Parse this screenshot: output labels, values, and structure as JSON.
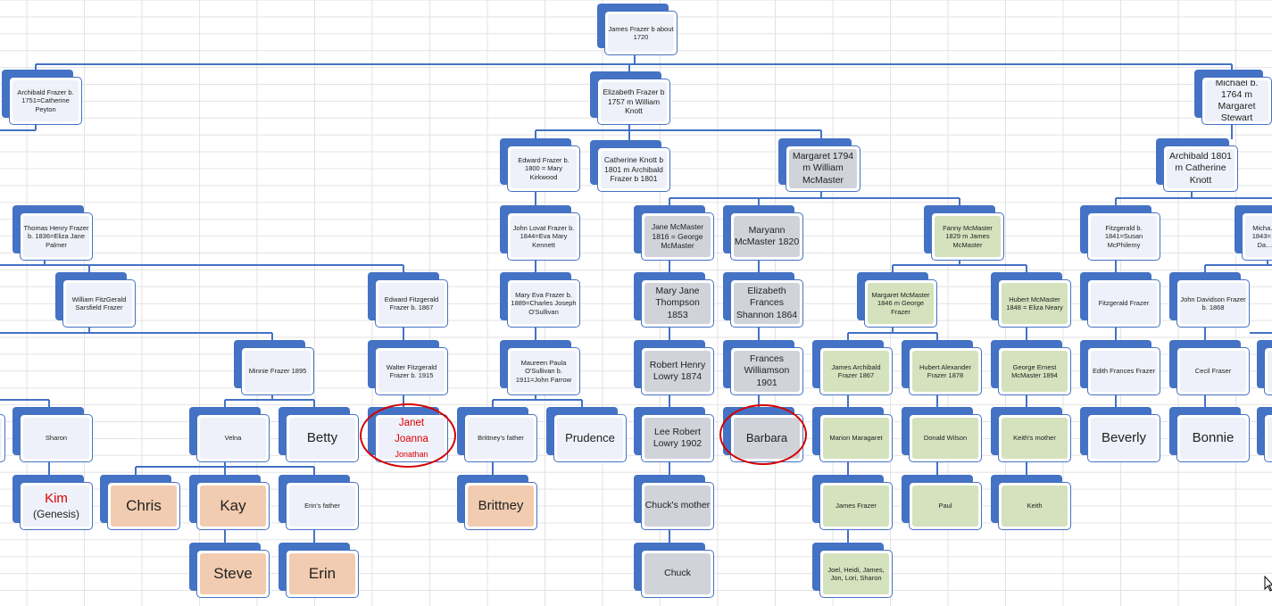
{
  "nodes": {
    "james": "James Frazer b about 1720",
    "archibald1751": "Archibald Frazer b. 1751=Catherine Peyton",
    "elizabeth1757": "Elizabeth Frazer b 1757 m William Knott",
    "michael1764": "Michael b. 1764 m Margaret Stewart",
    "edward1800": "Edward Frazer b. 1800 = Mary Kirkwood",
    "catherine1801": "Catherine Knott b 1801 m Archibald Frazer b 1801",
    "margaret1794": "Margaret 1794 m William McMaster",
    "archibald1801": "Archibald 1801 m Catherine Knott",
    "thomas1836": "Thomas Henry Frazer b. 1836=Eliza Jane Palmer",
    "john1844": "John Lovat  Frazer b. 1844=Eva Mary Kennett",
    "jane1816": "Jane McMaster 1816 = George McMaster",
    "maryann1820": "Maryann McMaster 1820",
    "fanny1829": "Fanny McMaster 1829 m James McMaster",
    "fitzgerald1841": "Fitzgerald b. 1841=Susan McPhilemy",
    "michael1843": "Micha… 1843=… Da…",
    "william_fitz": "William FitzGerald Sarsfield Frazer",
    "edward1867": "Edward Fitzgerald Frazer  b. 1867",
    "maryeva1889": "Mary Eva  Frazer b. 1889=Charles Joseph O'Sullivan",
    "maryjane1853": "Mary Jane Thompson 1853",
    "elizabeth1864": "Elizabeth Frances Shannon 1864",
    "margaret1846": "Margaret McMaster 1846 m George Frazer",
    "hubert1848": "Hubert McMaster 1848 = Eliza Neary",
    "fitzgerald_frazer": "Fitzgerald Frazer",
    "john1868": "John Davidson Frazer b. 1868",
    "minnie1895": "Minnie Frazer 1895",
    "walter1915": "Walter Fitzgerald Frazer b. 1915",
    "maureen1911": "Maureen Paula O'Sullivan b. 1911=John Farrow",
    "robert1874": "Robert Henry Lowry 1874",
    "frances1901": "Frances Williamson 1901",
    "james_arch1867": "James Archibald Frazer 1867",
    "hubert_alex1878": "Hubert Alexander Frazer 1878",
    "george1894": "George Ernest McMaster 1894",
    "edith": "Edith Frances Frazer",
    "cecil": "Cecil Fraser",
    "sharon": "Sharon",
    "velna": "Velna",
    "betty": "Betty",
    "janet_l1": "Janet",
    "janet_l2": "Joanna",
    "janet_l3": "Jonathan",
    "brittneys_father": "Brittney's father",
    "prudence": "Prudence",
    "lee1902": "Lee Robert Lowry 1902",
    "barbara": "Barbara",
    "marion": "Marion Maragaret",
    "donald": "Donald Wilson",
    "keiths_mother": "Keith's mother",
    "beverly": "Beverly",
    "bonnie": "Bonnie",
    "kim": "Kim",
    "kim_sub": "(Genesis)",
    "chris": "Chris",
    "kay": "Kay",
    "erins_father": "Erin's father",
    "brittney": "Brittney",
    "chucks_mother": "Chuck's mother",
    "james_frazer": "James Frazer",
    "paul": "Paul",
    "keith": "Keith",
    "steve": "Steve",
    "erin": "Erin",
    "chuck": "Chuck",
    "joel": "Joel, Heidi, James, Jon, Lori, Sharon"
  },
  "colors": {
    "node_blue": "#4472c4",
    "highlight_red": "#d40000",
    "fill_gray": "#d0d3da",
    "fill_green": "#d4e2bd",
    "fill_peach": "#f2ccb0"
  }
}
